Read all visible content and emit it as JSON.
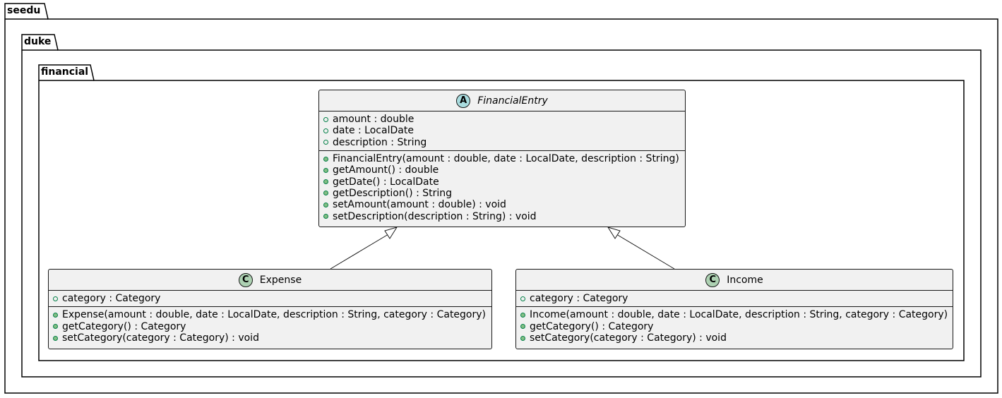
{
  "packages": {
    "outer": {
      "name": "seedu"
    },
    "middle": {
      "name": "duke"
    },
    "inner": {
      "name": "financial"
    }
  },
  "classes": {
    "financial_entry": {
      "stereotype_letter": "A",
      "name": "FinancialEntry",
      "fields": [
        "amount : double",
        "date : LocalDate",
        "description : String"
      ],
      "methods": [
        "FinancialEntry(amount : double, date : LocalDate, description : String)",
        "getAmount() : double",
        "getDate() : LocalDate",
        "getDescription() : String",
        "setAmount(amount : double) : void",
        "setDescription(description : String) : void"
      ]
    },
    "expense": {
      "stereotype_letter": "C",
      "name": "Expense",
      "fields": [
        "category : Category"
      ],
      "methods": [
        "Expense(amount : double, date : LocalDate, description : String, category : Category)",
        "getCategory() : Category",
        "setCategory(category : Category) : void"
      ]
    },
    "income": {
      "stereotype_letter": "C",
      "name": "Income",
      "fields": [
        "category : Category"
      ],
      "methods": [
        "Income(amount : double, date : LocalDate, description : String, category : Category)",
        "getCategory() : Category",
        "setCategory(category : Category) : void"
      ]
    }
  },
  "relations": [
    {
      "type": "inheritance",
      "from": "Expense",
      "to": "FinancialEntry"
    },
    {
      "type": "inheritance",
      "from": "Income",
      "to": "FinancialEntry"
    }
  ],
  "colors": {
    "class_fill": "#f1f1f1",
    "abstract_badge": "#a9dcdf",
    "class_badge": "#add1b2",
    "visibility_public": "#84be84"
  }
}
